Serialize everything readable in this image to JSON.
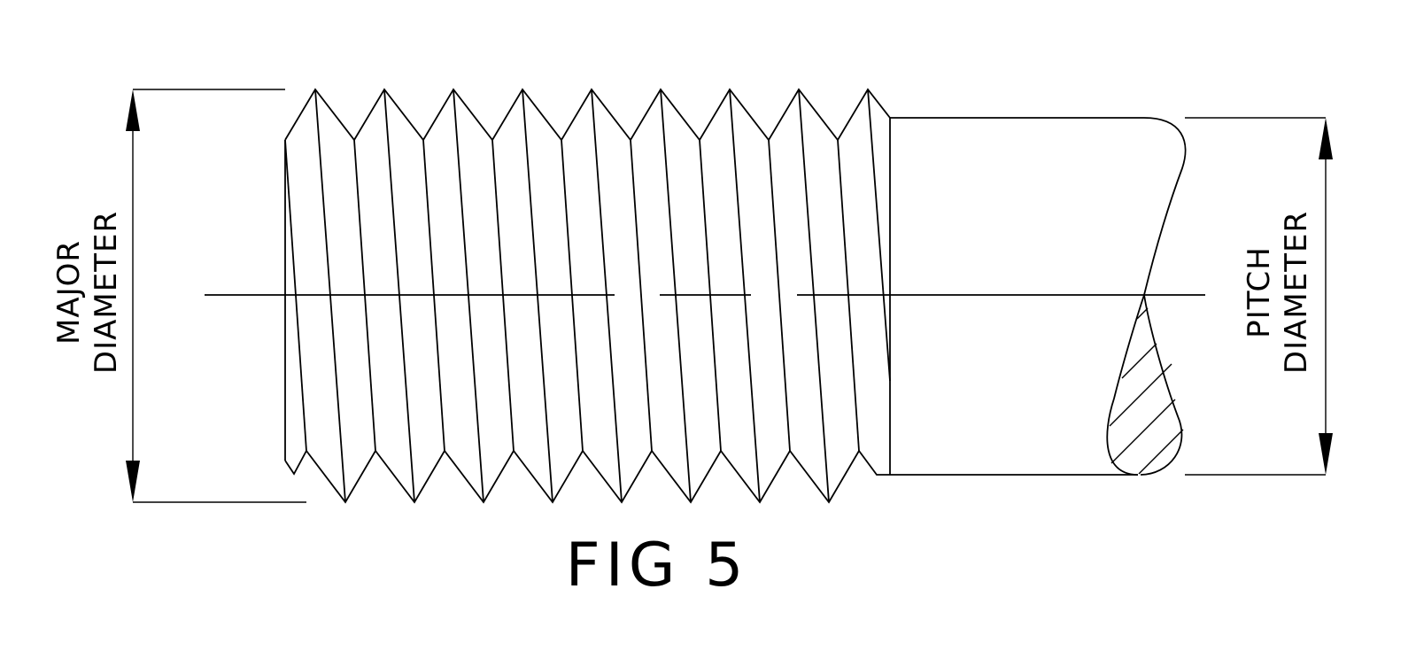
{
  "figure": {
    "caption": "FIG 5"
  },
  "dimensions": {
    "major": {
      "line1": "MAJOR",
      "line2": "DIAMETER"
    },
    "pitch": {
      "line1": "PITCH",
      "line2": "DIAMETER"
    }
  },
  "style": {
    "stroke_color": "#000000",
    "background_color": "#ffffff"
  }
}
